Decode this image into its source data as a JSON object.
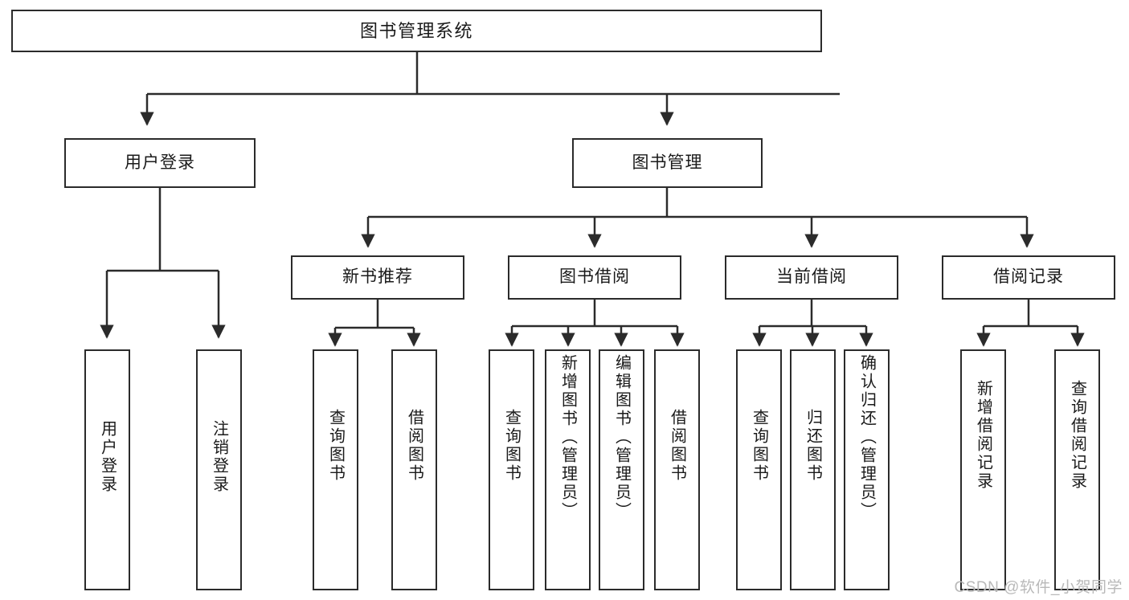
{
  "diagram": {
    "title": "图书管理系统",
    "type": "tree",
    "watermark": "CSDN @软件_小贺同学",
    "line_color": "#2b2b2b",
    "background": "#ffffff",
    "nodes": {
      "root": {
        "label": "图书管理系统"
      },
      "level2": [
        {
          "label": "用户登录"
        },
        {
          "label": "图书管理"
        }
      ],
      "level3": [
        {
          "label": "新书推荐"
        },
        {
          "label": "图书借阅"
        },
        {
          "label": "当前借阅"
        },
        {
          "label": "借阅记录"
        }
      ],
      "leaves": {
        "user_login": [
          {
            "label": "用户登录"
          },
          {
            "label": "注销登录"
          }
        ],
        "new_book": [
          {
            "label": "查询图书"
          },
          {
            "label": "借阅图书"
          }
        ],
        "book_borrow": [
          {
            "label": "查询图书"
          },
          {
            "label": "新增图书（管理员）"
          },
          {
            "label": "编辑图书（管理员）"
          },
          {
            "label": "借阅图书"
          }
        ],
        "current_borrow": [
          {
            "label": "查询图书"
          },
          {
            "label": "归还图书"
          },
          {
            "label": "确认归还（管理员）"
          }
        ],
        "borrow_record": [
          {
            "label": "新增借阅记录"
          },
          {
            "label": "查询借阅记录"
          }
        ]
      }
    }
  }
}
